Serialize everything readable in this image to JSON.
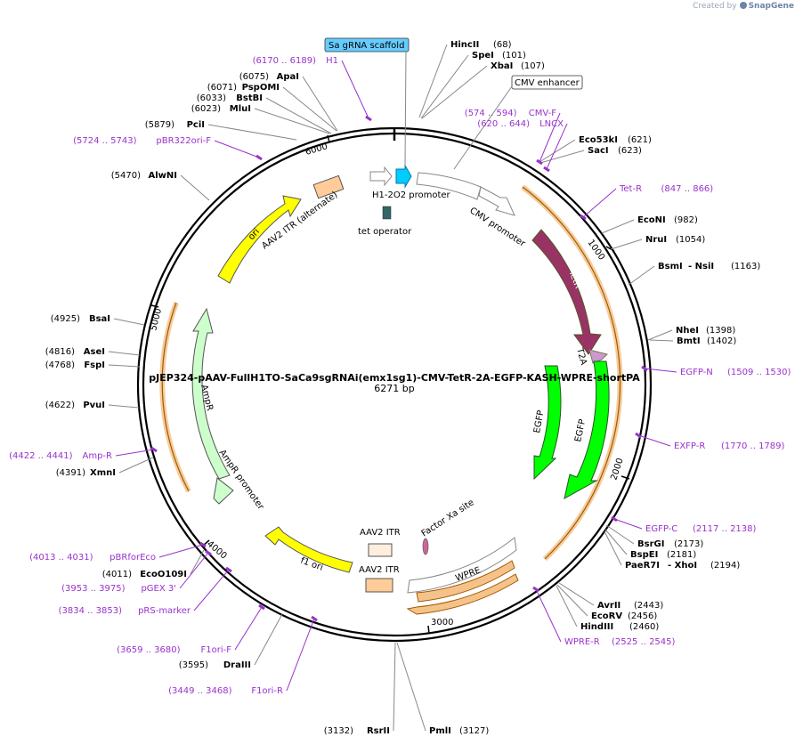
{
  "credit": {
    "prefix": "Created by",
    "brand": "SnapGene"
  },
  "plasmid": {
    "name": "pJEP324-pAAV-FullH1TO-SaCa9sgRNAi(emx1sg1)-CMV-TetR-2A-EGFP-KASH-WPRE-shortPA",
    "size_label": "6271 bp",
    "length": 6271
  },
  "colors": {
    "tetr": "#993366",
    "egfp": "#00ff00",
    "ori": "#ffff00",
    "ampr": "#ccffcc",
    "itr": "#ffcc99",
    "sa_scaffold": "#00ccff",
    "t2a": "#cc99cc",
    "primer": "#9932cc",
    "orange": "#f5a623",
    "outline": "#888888"
  },
  "ticks": [
    "1000",
    "2000",
    "3000",
    "4000",
    "5000",
    "6000"
  ],
  "features": [
    {
      "label": "Sa gRNA scaffold",
      "boxed": true,
      "highlight": true
    },
    {
      "label": "CMV enhancer",
      "boxed": true,
      "highlight": false
    },
    {
      "label": "H1-2O2 promoter"
    },
    {
      "label": "tet operator"
    },
    {
      "label": "CMV promoter"
    },
    {
      "label": "TetR"
    },
    {
      "label": "T2A"
    },
    {
      "label": "EGFP"
    },
    {
      "label": "EGFP"
    },
    {
      "label": "WPRE"
    },
    {
      "label": "Factor Xa site"
    },
    {
      "label": "AAV2 ITR"
    },
    {
      "label": "AAV2 ITR"
    },
    {
      "label": "f1 ori"
    },
    {
      "label": "AmpR promoter"
    },
    {
      "label": "AmpR"
    },
    {
      "label": "ori"
    },
    {
      "label": "AAV2 ITR (alternate)"
    }
  ],
  "sites": [
    {
      "name": "HincII",
      "pos": "(68)"
    },
    {
      "name": "SpeI",
      "pos": "(101)"
    },
    {
      "name": "XbaI",
      "pos": "(107)"
    },
    {
      "name": "Eco53kI",
      "pos": "(621)"
    },
    {
      "name": "SacI",
      "pos": "(623)"
    },
    {
      "name": "EcoNI",
      "pos": "(982)"
    },
    {
      "name": "NruI",
      "pos": "(1054)"
    },
    {
      "name": "BsmI",
      "name2": "- NsiI",
      "pos": "(1163)"
    },
    {
      "name": "NheI",
      "pos": "(1398)"
    },
    {
      "name": "BmtI",
      "pos": "(1402)"
    },
    {
      "name": "BsrGI",
      "pos": "(2173)"
    },
    {
      "name": "BspEI",
      "pos": "(2181)"
    },
    {
      "name": "PaeR7I",
      "name2": "- XhoI",
      "pos": "(2194)"
    },
    {
      "name": "AvrII",
      "pos": "(2443)"
    },
    {
      "name": "EcoRV",
      "pos": "(2456)"
    },
    {
      "name": "HindIII",
      "pos": "(2460)"
    },
    {
      "name": "PmlI",
      "pos": "(3127)"
    },
    {
      "name": "RsrII",
      "pos": "(3132)"
    },
    {
      "name": "DraIII",
      "pos": "(3595)"
    },
    {
      "name": "EcoO109I",
      "pos": "(4011)"
    },
    {
      "name": "XmnI",
      "pos": "(4391)"
    },
    {
      "name": "PvuI",
      "pos": "(4622)"
    },
    {
      "name": "FspI",
      "pos": "(4768)"
    },
    {
      "name": "AseI",
      "pos": "(4816)"
    },
    {
      "name": "BsaI",
      "pos": "(4925)"
    },
    {
      "name": "AlwNI",
      "pos": "(5470)"
    },
    {
      "name": "PciI",
      "pos": "(5879)"
    },
    {
      "name": "MluI",
      "pos": "(6023)"
    },
    {
      "name": "BstBI",
      "pos": "(6033)"
    },
    {
      "name": "PspOMI",
      "pos": "(6071)"
    },
    {
      "name": "ApaI",
      "pos": "(6075)"
    }
  ],
  "primers": [
    {
      "name": "H1",
      "range": "(6170 .. 6189)"
    },
    {
      "name": "CMV-F",
      "range": "(574 .. 594)"
    },
    {
      "name": "LNCX",
      "range": "(620 .. 644)"
    },
    {
      "name": "Tet-R",
      "range": "(847 .. 866)"
    },
    {
      "name": "EGFP-N",
      "range": "(1509 .. 1530)"
    },
    {
      "name": "EXFP-R",
      "range": "(1770 .. 1789)"
    },
    {
      "name": "EGFP-C",
      "range": "(2117 .. 2138)"
    },
    {
      "name": "WPRE-R",
      "range": "(2525 .. 2545)"
    },
    {
      "name": "F1ori-R",
      "range": "(3449 .. 3468)"
    },
    {
      "name": "F1ori-F",
      "range": "(3659 .. 3680)"
    },
    {
      "name": "pRS-marker",
      "range": "(3834 .. 3853)"
    },
    {
      "name": "pGEX 3'",
      "range": "(3953 .. 3975)"
    },
    {
      "name": "pBRforEco",
      "range": "(4013 .. 4031)"
    },
    {
      "name": "Amp-R",
      "range": "(4422 .. 4441)"
    },
    {
      "name": "pBR322ori-F",
      "range": "(5724 .. 5743)"
    }
  ]
}
